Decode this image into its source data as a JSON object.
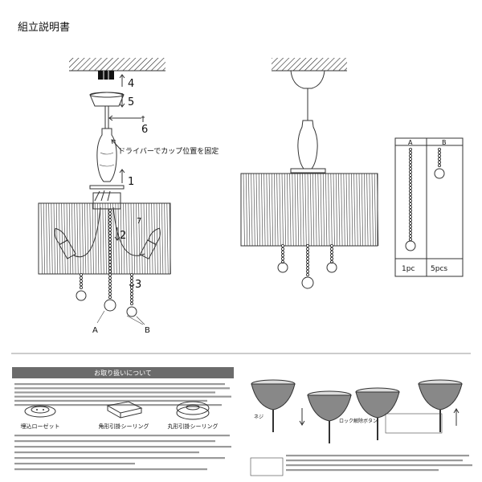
{
  "document": {
    "title": "組立説明書"
  },
  "assembly": {
    "steps": {
      "s1": "1",
      "s2": "2",
      "s3": "3",
      "s4": "4",
      "s5": "5",
      "s6": "6"
    },
    "note": "ドライバーでカップ位置を固定",
    "part_labels": {
      "a": "A",
      "b": "B"
    }
  },
  "parts_table": {
    "headers": {
      "a": "A",
      "b": "B"
    },
    "quantities": {
      "a": "1pc",
      "b": "5pcs"
    }
  },
  "handling": {
    "heading": "お取り扱いについて",
    "fixtures": {
      "embedded": "埋込ローゼット",
      "square": "角形引掛シーリング",
      "round": "丸形引掛シーリング"
    }
  },
  "install_steps": {
    "screw_label": "ネジ",
    "lock_label": "ロック解除ボタン"
  },
  "colors": {
    "banner": "#6b6b6b",
    "ink": "#333333",
    "shade_pleat": "#555555"
  }
}
